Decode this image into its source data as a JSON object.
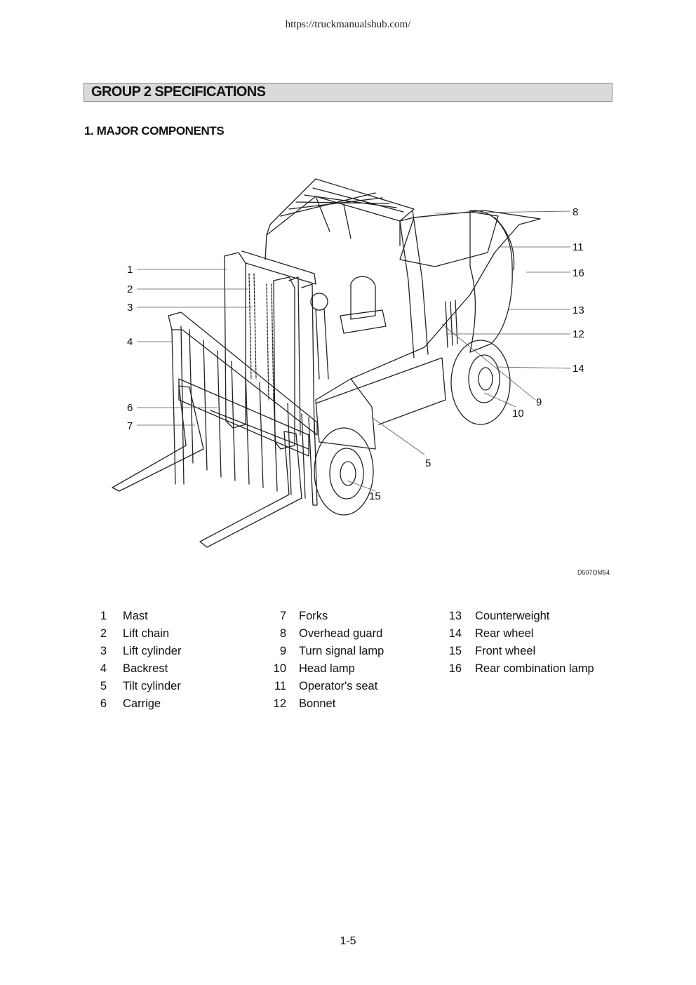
{
  "header": {
    "url": "https://truckmanualshub.com/"
  },
  "group_title": "GROUP 2  SPECIFICATIONS",
  "section_title": "1. MAJOR COMPONENTS",
  "figure": {
    "code": "D507OM54",
    "callouts": [
      "1",
      "2",
      "3",
      "4",
      "5",
      "6",
      "7",
      "8",
      "9",
      "10",
      "11",
      "12",
      "13",
      "14",
      "15",
      "16"
    ]
  },
  "components": {
    "col1": [
      {
        "num": "1",
        "label": "Mast"
      },
      {
        "num": "2",
        "label": "Lift chain"
      },
      {
        "num": "3",
        "label": "Lift cylinder"
      },
      {
        "num": "4",
        "label": "Backrest"
      },
      {
        "num": "5",
        "label": "Tilt cylinder"
      },
      {
        "num": "6",
        "label": "Carrige"
      }
    ],
    "col2": [
      {
        "num": "7",
        "label": "Forks"
      },
      {
        "num": "8",
        "label": "Overhead guard"
      },
      {
        "num": "9",
        "label": "Turn signal lamp"
      },
      {
        "num": "10",
        "label": "Head lamp"
      },
      {
        "num": "11",
        "label": "Operator's seat"
      },
      {
        "num": "12",
        "label": "Bonnet"
      }
    ],
    "col3": [
      {
        "num": "13",
        "label": "Counterweight"
      },
      {
        "num": "14",
        "label": "Rear wheel"
      },
      {
        "num": "15",
        "label": "Front wheel"
      },
      {
        "num": "16",
        "label": "Rear combination lamp"
      }
    ]
  },
  "footer": {
    "page_number": "1-5"
  }
}
